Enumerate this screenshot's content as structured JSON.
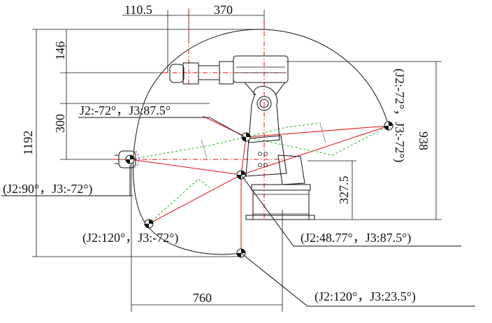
{
  "dimensions": {
    "top_left": "110.5",
    "top_right": "370",
    "left_upper": "146",
    "left_middle": "300",
    "left_total": "1192",
    "right_height": "938",
    "right_inner": "327.5",
    "bottom_reach": "760"
  },
  "pose_labels": {
    "upper": "J2:-72°，J3:87.5°",
    "left": "(J2:90°，J3:-72°)",
    "lower_left": "(J2:120°，J3:-72°)",
    "center_right": "(J2:48.77°，J3:87.5°)",
    "bottom": "(J2:120°，J3:23.5°)",
    "right_vertical": "(J2:-72°，J3:-72°)"
  },
  "colors": {
    "outline": "#111111",
    "arm_lines": "#e01010",
    "alt_pose": "#19b319"
  }
}
